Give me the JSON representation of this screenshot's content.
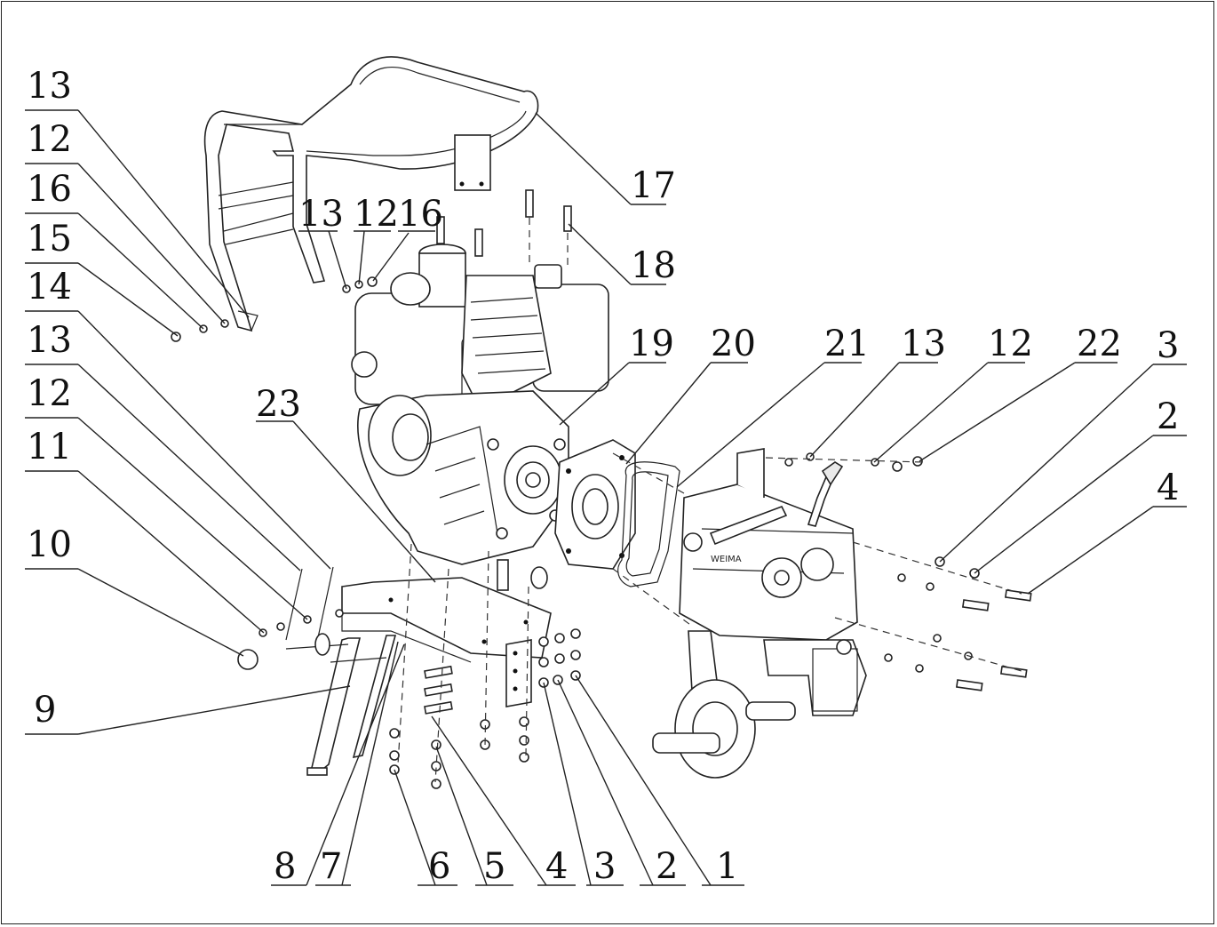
{
  "callouts": [
    {
      "id": "c13a",
      "text": "13"
    },
    {
      "id": "c12a",
      "text": "12"
    },
    {
      "id": "c16a",
      "text": "16"
    },
    {
      "id": "c15",
      "text": "15"
    },
    {
      "id": "c14",
      "text": "14"
    },
    {
      "id": "c13b",
      "text": "13"
    },
    {
      "id": "c12b",
      "text": "12"
    },
    {
      "id": "c11",
      "text": "11"
    },
    {
      "id": "c10",
      "text": "10"
    },
    {
      "id": "c9",
      "text": "9"
    },
    {
      "id": "c13c",
      "text": "13"
    },
    {
      "id": "c12c",
      "text": "12"
    },
    {
      "id": "c16b",
      "text": "16"
    },
    {
      "id": "c23",
      "text": "23"
    },
    {
      "id": "c17",
      "text": "17"
    },
    {
      "id": "c18",
      "text": "18"
    },
    {
      "id": "c19",
      "text": "19"
    },
    {
      "id": "c20",
      "text": "20"
    },
    {
      "id": "c21",
      "text": "21"
    },
    {
      "id": "c13d",
      "text": "13"
    },
    {
      "id": "c12d",
      "text": "12"
    },
    {
      "id": "c22",
      "text": "22"
    },
    {
      "id": "c3a",
      "text": "3"
    },
    {
      "id": "c2a",
      "text": "2"
    },
    {
      "id": "c4a",
      "text": "4"
    },
    {
      "id": "c8",
      "text": "8"
    },
    {
      "id": "c7",
      "text": "7"
    },
    {
      "id": "c6",
      "text": "6"
    },
    {
      "id": "c5",
      "text": "5"
    },
    {
      "id": "c4b",
      "text": "4"
    },
    {
      "id": "c3b",
      "text": "3"
    },
    {
      "id": "c2b",
      "text": "2"
    },
    {
      "id": "c1",
      "text": "1"
    }
  ],
  "nameplate": "WEIMA"
}
